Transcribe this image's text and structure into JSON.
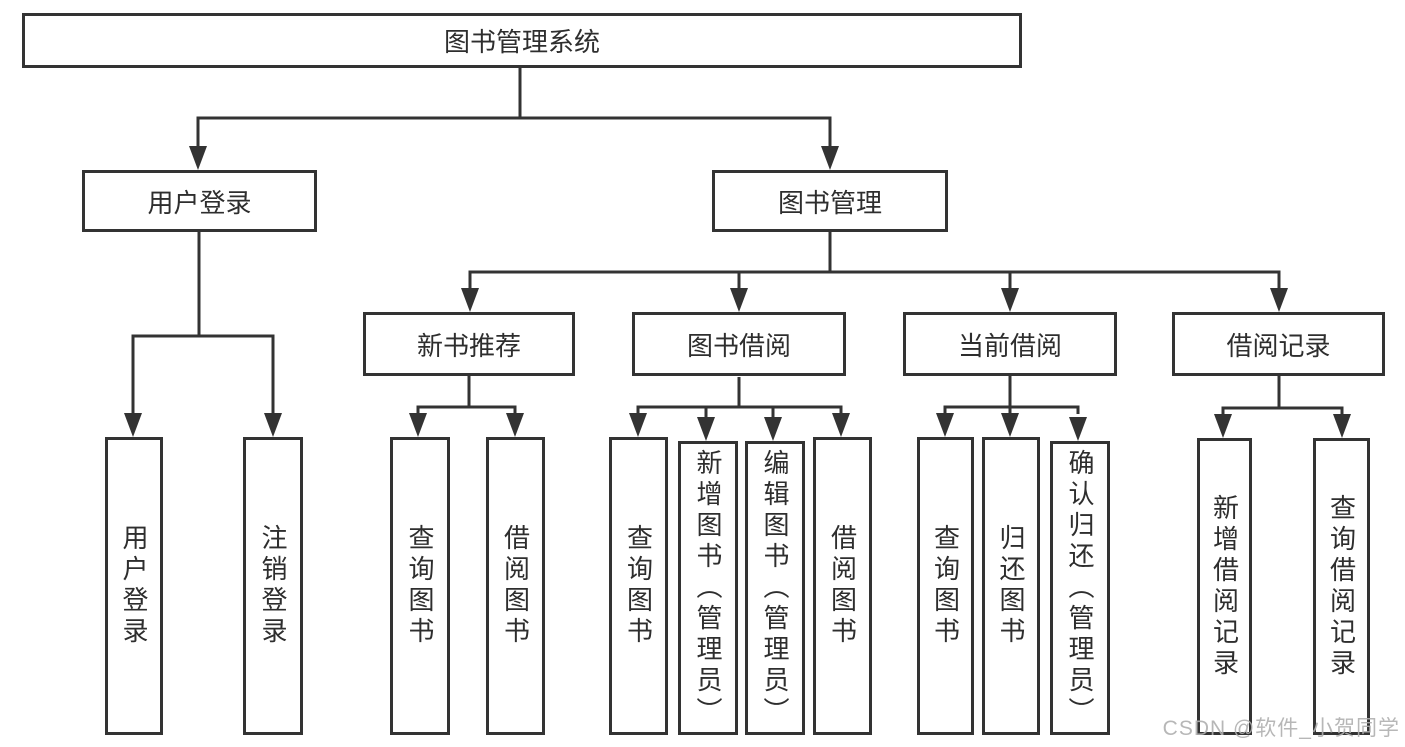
{
  "colors": {
    "line": "#333333",
    "text": "#2e2e2e",
    "background": "#ffffff",
    "watermark": "#b0b0b0"
  },
  "watermark": "CSDN @软件_小贺同学",
  "diagram": {
    "root": {
      "label": "图书管理系统"
    },
    "branches": [
      {
        "label": "用户登录",
        "children": [
          {
            "label": "用户登录"
          },
          {
            "label": "注销登录"
          }
        ]
      },
      {
        "label": "图书管理",
        "children": [
          {
            "label": "新书推荐",
            "children": [
              {
                "label": "查询图书"
              },
              {
                "label": "借阅图书"
              }
            ]
          },
          {
            "label": "图书借阅",
            "children": [
              {
                "label": "查询图书"
              },
              {
                "label": "新增图书（管理员）"
              },
              {
                "label": "编辑图书（管理员）"
              },
              {
                "label": "借阅图书"
              }
            ]
          },
          {
            "label": "当前借阅",
            "children": [
              {
                "label": "查询图书"
              },
              {
                "label": "归还图书"
              },
              {
                "label": "确认归还（管理员）"
              }
            ]
          },
          {
            "label": "借阅记录",
            "children": [
              {
                "label": "新增借阅记录"
              },
              {
                "label": "查询借阅记录"
              }
            ]
          }
        ]
      }
    ]
  }
}
